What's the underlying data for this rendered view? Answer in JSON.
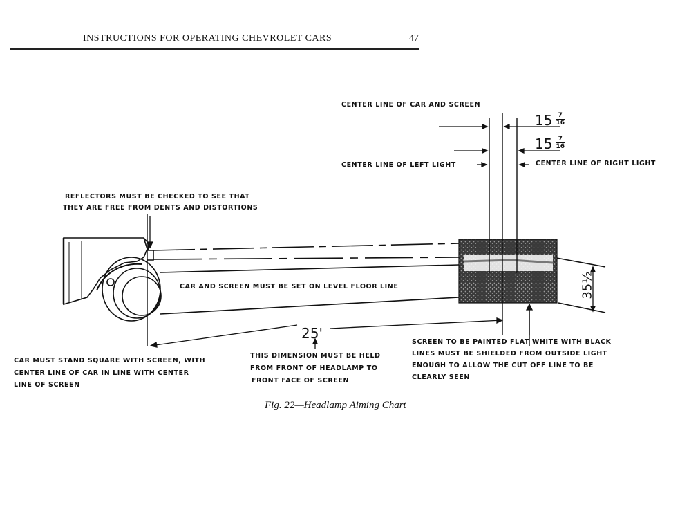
{
  "header": {
    "title": "INSTRUCTIONS FOR OPERATING CHEVROLET CARS",
    "page_number": "47"
  },
  "diagram": {
    "labels": {
      "center_line_car_screen": "CENTER LINE OF CAR AND SCREEN",
      "dim_right": "15 7/16",
      "dim_left": "15 7/16",
      "center_left_light": "CENTER LINE OF LEFT LIGHT",
      "center_right_light": "CENTER LINE OF RIGHT LIGHT",
      "reflectors_line1": "REFLECTORS MUST BE CHECKED TO SEE THAT",
      "reflectors_line2": "THEY ARE FREE FROM DENTS AND DISTORTIONS",
      "level_floor": "CAR AND SCREEN MUST BE SET ON LEVEL FLOOR LINE",
      "distance": "25'",
      "height_dim": "35½",
      "car_square_line1": "CAR MUST STAND SQUARE WITH SCREEN, WITH",
      "car_square_line2": "CENTER LINE OF CAR IN LINE WITH CENTER",
      "car_square_line3": "LINE OF SCREEN",
      "dimension_held_line1": "THIS DIMENSION MUST BE HELD",
      "dimension_held_line2": "FROM FRONT OF HEADLAMP TO",
      "dimension_held_line3": "FRONT FACE OF SCREEN",
      "screen_paint_line1": "SCREEN TO BE PAINTED FLAT WHITE WITH BLACK",
      "screen_paint_line2": "LINES MUST BE SHIELDED FROM OUTSIDE LIGHT",
      "screen_paint_line3": "ENOUGH TO ALLOW THE CUT OFF LINE TO BE",
      "screen_paint_line4": "CLEARLY SEEN"
    },
    "fraction": {
      "whole": "15",
      "numerator": "7",
      "denominator": "16"
    }
  },
  "caption": "Fig. 22—Headlamp Aiming Chart"
}
